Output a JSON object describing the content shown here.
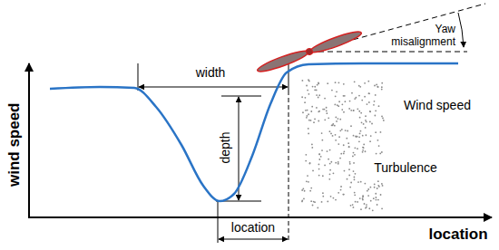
{
  "diagram": {
    "labels": [
      "wind speed",
      "location",
      "width",
      "depth",
      "location",
      "Yaw misalignment",
      "Wind speed",
      "Turbulence"
    ]
  }
}
